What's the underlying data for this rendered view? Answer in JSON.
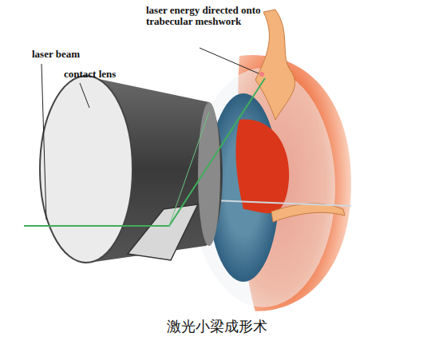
{
  "diagram": {
    "caption": "激光小梁成形术",
    "labels": [
      "laser energy directed onto trabecular meshwork",
      "laser beam",
      "contact lens"
    ]
  }
}
